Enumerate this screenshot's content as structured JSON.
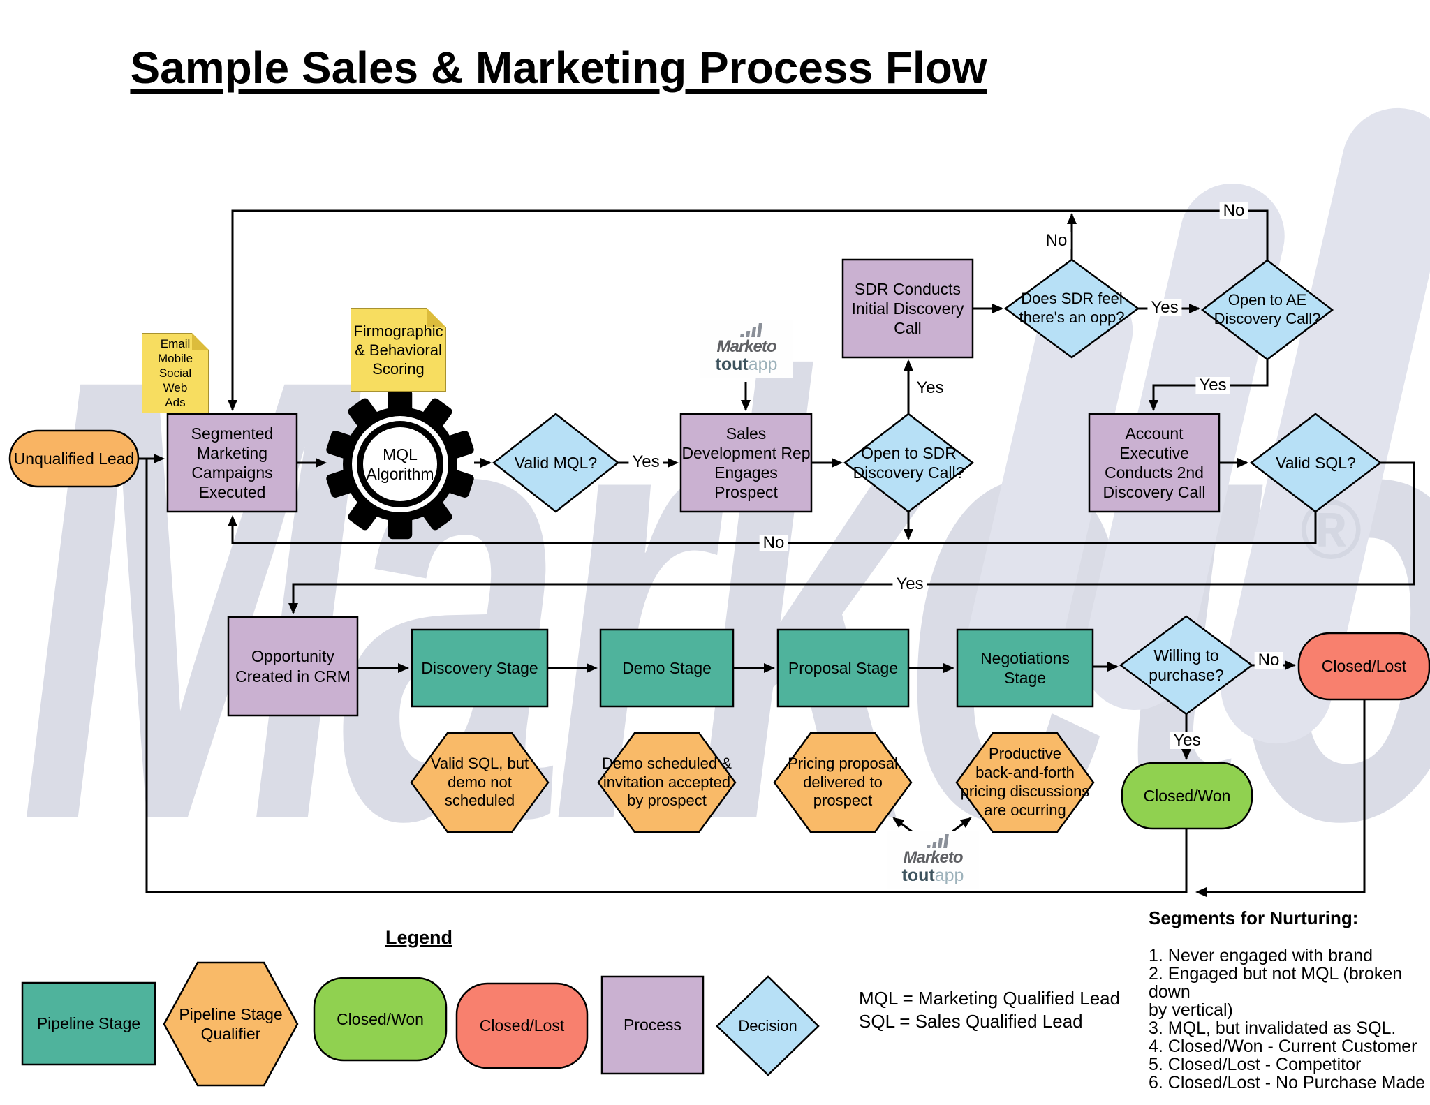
{
  "title": "Sample Sales & Marketing Process Flow",
  "nodes": {
    "unqualified_lead": {
      "label": "Unqualified Lead"
    },
    "segmented_campaigns": {
      "label": "Segmented\nMarketing\nCampaigns\nExecuted"
    },
    "mql_algorithm": {
      "label": "MQL\nAlgorithm"
    },
    "valid_mql": {
      "label": "Valid MQL?"
    },
    "sales_dev_rep": {
      "label": "Sales\nDevelopment Rep\nEngages Prospect"
    },
    "open_sdr_call": {
      "label": "Open to SDR\nDiscovery Call?"
    },
    "sdr_conducts": {
      "label": "SDR Conducts\nInitial Discovery\nCall"
    },
    "does_sdr_feel": {
      "label": "Does SDR feel\nthere's an opp?"
    },
    "open_ae_call": {
      "label": "Open to AE\nDiscovery Call?"
    },
    "account_exec": {
      "label": "Account Executive\nConducts 2nd\nDiscovery Call"
    },
    "valid_sql": {
      "label": "Valid SQL?"
    },
    "opportunity_crm": {
      "label": "Opportunity\nCreated in CRM"
    },
    "discovery_stage": {
      "label": "Discovery Stage"
    },
    "demo_stage": {
      "label": "Demo Stage"
    },
    "proposal_stage": {
      "label": "Proposal Stage"
    },
    "negotiations_stage": {
      "label": "Negotiations\nStage"
    },
    "willing_purchase": {
      "label": "Willing to\npurchase?"
    },
    "closed_lost": {
      "label": "Closed/Lost"
    },
    "closed_won": {
      "label": "Closed/Won"
    },
    "hex_valid_sql": {
      "label": "Valid SQL, but\ndemo not\nscheduled"
    },
    "hex_demo_scheduled": {
      "label": "Demo scheduled &\ninvitation accepted\nby prospect"
    },
    "hex_pricing_proposal": {
      "label": "Pricing proposal\ndelivered to\nprospect"
    },
    "hex_productive": {
      "label": "Productive\nback-and-forth\npricing discussions\nare ocurring"
    }
  },
  "notes": {
    "channels": {
      "label": "Email\nMobile\nSocial\nWeb\nAds"
    },
    "scoring": {
      "label": "Firmographic\n& Behavioral\nScoring"
    }
  },
  "edge_labels": {
    "yes": "Yes",
    "no": "No"
  },
  "logo": {
    "brand": "Marketo",
    "tout": "tout",
    "app": "app"
  },
  "legend": {
    "title": "Legend",
    "items": [
      {
        "label": "Pipeline Stage",
        "shape": "rectangle-teal"
      },
      {
        "label": "Pipeline Stage\nQualifier",
        "shape": "hexagon-orange"
      },
      {
        "label": "Closed/Won",
        "shape": "rounded-green"
      },
      {
        "label": "Closed/Lost",
        "shape": "rounded-salmon"
      },
      {
        "label": "Process",
        "shape": "rectangle-purple"
      },
      {
        "label": "Decision",
        "shape": "diamond-blue"
      }
    ]
  },
  "definitions": [
    "MQL = Marketing Qualified Lead",
    "SQL = Sales Qualified Lead"
  ],
  "nurturing": {
    "title": "Segments for Nurturing:",
    "lines": [
      "1. Never engaged with brand",
      "2. Engaged but not MQL (broken down",
      "by vertical)",
      "3. MQL, but invalidated as SQL.",
      "4. Closed/Won - Current Customer",
      "5. Closed/Lost  - Competitor",
      "6. Closed/Lost - No Purchase Made"
    ]
  },
  "watermark": {
    "text": "Marketo",
    "registered": "®"
  },
  "colors": {
    "process": "#CAB1D1",
    "decision": "#B7E0F6",
    "stage": "#4FB39C",
    "qualifier": "#F9BA68",
    "lead": "#F9B463",
    "won": "#90D150",
    "lost": "#F8806E",
    "note": "#F7DD60",
    "note_fold": "#DCBC3C",
    "gear": "#000000",
    "line": "#000000",
    "watermark_text": "#DADCE6",
    "watermark_bar": "#E1E3ED",
    "watermark_reg": "#D4D7E2"
  }
}
